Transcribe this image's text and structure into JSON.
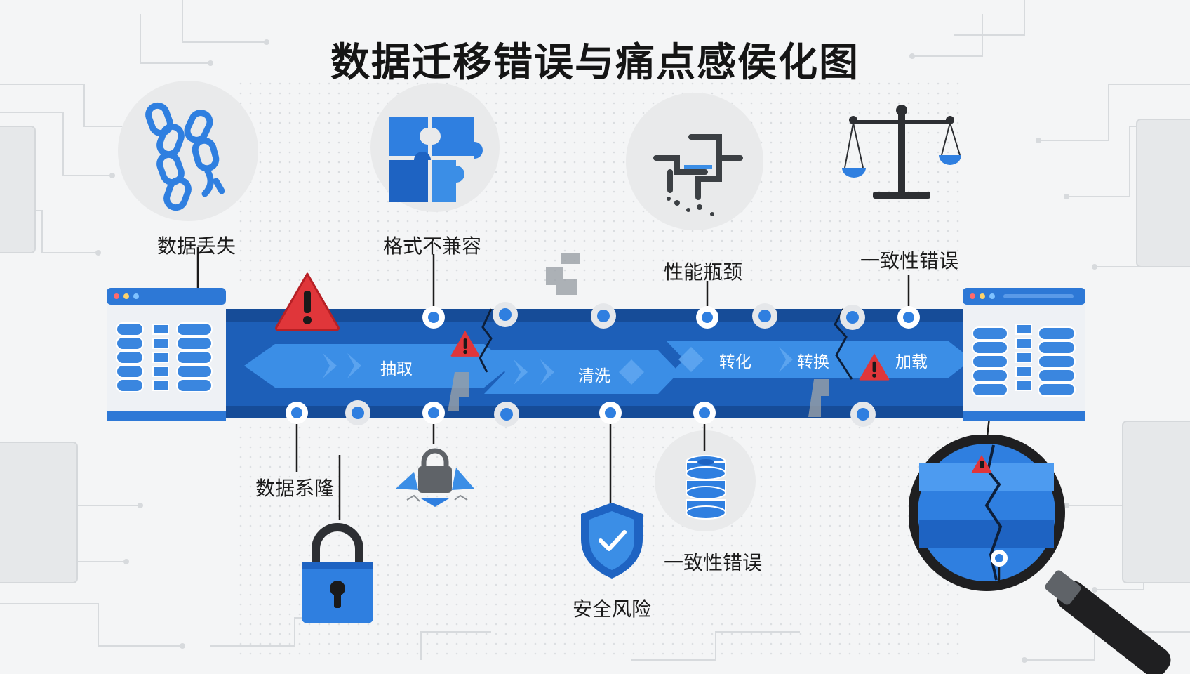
{
  "title": "数据迁移错误与痛点感侯化图",
  "pipeline": {
    "stages": [
      "抽取",
      "清洗",
      "转化",
      "转换",
      "加载"
    ]
  },
  "pain_points": {
    "top": [
      "数据丢失",
      "格式不兼容",
      "性能瓶颈",
      "一致性错误"
    ],
    "bottom": [
      "数据系隆",
      "安全风险",
      "一致性错误"
    ]
  },
  "colors": {
    "pipeline_blue": "#1d5fb8",
    "accent_blue": "#3b8ee6",
    "warning_red": "#e0363a",
    "text_dark": "#1b1b1b"
  },
  "icons": [
    "broken-chain-icon",
    "puzzle-icon",
    "broken-pipe-icon",
    "balance-scale-icon",
    "warning-icon",
    "source-database-icon",
    "target-database-icon",
    "padlock-icon",
    "broken-lock-icon",
    "security-shield-icon",
    "database-stack-icon",
    "magnifier-icon"
  ]
}
